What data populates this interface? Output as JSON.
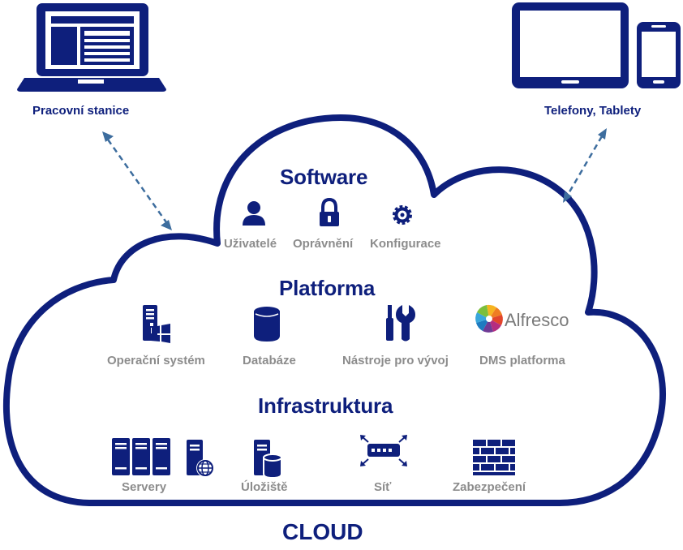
{
  "colors": {
    "primary": "#0e1f7c",
    "label_gray": "#8c8c8c",
    "arrow": "#3d6d9e",
    "background": "#ffffff"
  },
  "devices": {
    "workstation": {
      "label": "Pracovní stanice",
      "icon": "laptop-icon"
    },
    "mobile": {
      "label": "Telefony, Tablety",
      "icon": "tablet-phone-icon"
    }
  },
  "cloud": {
    "label": "CLOUD",
    "software": {
      "title": "Software",
      "items": [
        {
          "label": "Uživatelé",
          "icon": "user-icon"
        },
        {
          "label": "Oprávnění",
          "icon": "lock-icon"
        },
        {
          "label": "Konfigurace",
          "icon": "gear-icon"
        }
      ]
    },
    "platform": {
      "title": "Platforma",
      "items": [
        {
          "label": "Operační systém",
          "icon": "os-server-icon"
        },
        {
          "label": "Databáze",
          "icon": "database-icon"
        },
        {
          "label": "Nástroje pro vývoj",
          "icon": "tools-icon"
        },
        {
          "label": "DMS platforma",
          "icon": "alfresco-logo",
          "logo_text": "Alfresco"
        }
      ]
    },
    "infrastructure": {
      "title": "Infrastruktura",
      "items": [
        {
          "label": "Servery",
          "icon": "servers-icon"
        },
        {
          "label": "Úložiště",
          "icon": "storage-icon"
        },
        {
          "label": "Síť",
          "icon": "network-switch-icon"
        },
        {
          "label": "Zabezpečení",
          "icon": "firewall-icon"
        }
      ]
    }
  }
}
